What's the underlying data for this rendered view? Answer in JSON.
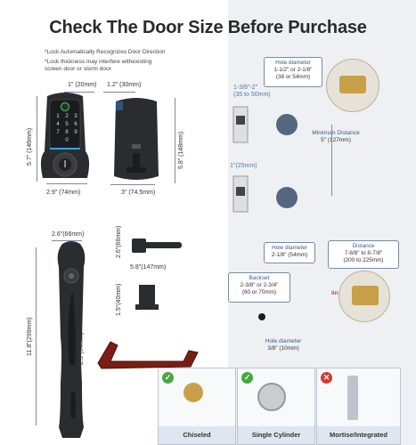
{
  "title": "Check The Door Size Before Purchase",
  "notes": [
    "*Lock Automatically Recognizes Door Direction",
    "*Lock thickness may interfere withexisting",
    "screen door or storm door"
  ],
  "keypad_keys": [
    "1",
    "2",
    "3",
    "4",
    "5",
    "6",
    "7",
    "8",
    "9",
    "0"
  ],
  "dimensions": {
    "keypad_depth": "1\" (20mm)",
    "back_depth": "1.2\" (30mm)",
    "keypad_height": "5.7\" (146mm)",
    "back_height": "5.8\" (148mm)",
    "keypad_width": "2.9\" (74mm)",
    "back_width": "3\" (74.5mm)",
    "handle_width": "2.6\"(66mm)",
    "handle_height": "11.8\"(299mm)",
    "handle_base": "2.5\"(64mm)",
    "lever_height": "2.6\"(66mm)",
    "lever_length": "5.8\"(147mm)",
    "bolt_height": "1.5\"(40mm)",
    "latch_width_top": "1-3/8\"-2\"",
    "latch_width_mm": "(35 to 50mm)",
    "latch_width_small": "1\"(25mm)"
  },
  "callouts": {
    "hole_top": {
      "label": "Hole diameter",
      "value": "1-1/2\" or 2-1/8\"",
      "mm": "(38 or 54mm)"
    },
    "min_distance": {
      "label": "Minimum Distance",
      "value": "5\" (127mm)"
    },
    "hole_mid": {
      "label": "Hole diameter",
      "value": "2-1/8\" (54mm)"
    },
    "distance": {
      "label": "Distance",
      "value": "7-8/8\" to 8-7/8\"",
      "mm": "(200 to 225mm)"
    },
    "backset": {
      "label": "Backset",
      "value": "2-3/8\" or 2-3/4\"",
      "mm": "(60 or 70mm)"
    },
    "hole_bottom": {
      "label": "Hole diameter",
      "value": "3/8\" (10mm)"
    }
  },
  "lin_label": "lin",
  "door_options": [
    {
      "label": "Chiseled",
      "status": "ok"
    },
    {
      "label": "Single Cylinder",
      "status": "ok"
    },
    {
      "label": "Mortise/Integrated",
      "status": "no"
    }
  ],
  "colors": {
    "lock": "#2b2c30",
    "accent": "#3a5a8a",
    "ok": "#46a83c",
    "no": "#d13b2f",
    "brass": "#c8a04a",
    "oil_bronze": "#7a1e14"
  }
}
